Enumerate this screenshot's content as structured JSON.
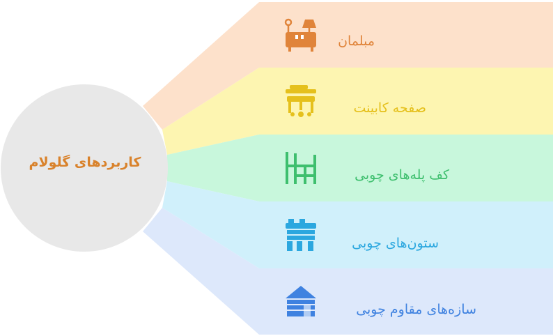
{
  "hub": {
    "title": "کاربردهای گلولام",
    "fill": "#e8e8e8",
    "text_color": "#d9822b"
  },
  "items": [
    {
      "label": "مبلمان",
      "icon": "furniture-icon",
      "color": "#e0843a",
      "fill": "#fde1cb"
    },
    {
      "label": "صفحه کابینت",
      "icon": "cabinet-icon",
      "color": "#e5c01c",
      "fill": "#fdf5b1"
    },
    {
      "label": "کف پله‌های چوبی",
      "icon": "stairs-icon",
      "color": "#3ebf6e",
      "fill": "#c8f7dc"
    },
    {
      "label": "ستون‌های چوبی",
      "icon": "columns-icon",
      "color": "#2ba7df",
      "fill": "#d0f0fb"
    },
    {
      "label": "سازه‌های مقاوم چوبی",
      "icon": "house-structure-icon",
      "color": "#3f82e0",
      "fill": "#dde8fb"
    }
  ]
}
